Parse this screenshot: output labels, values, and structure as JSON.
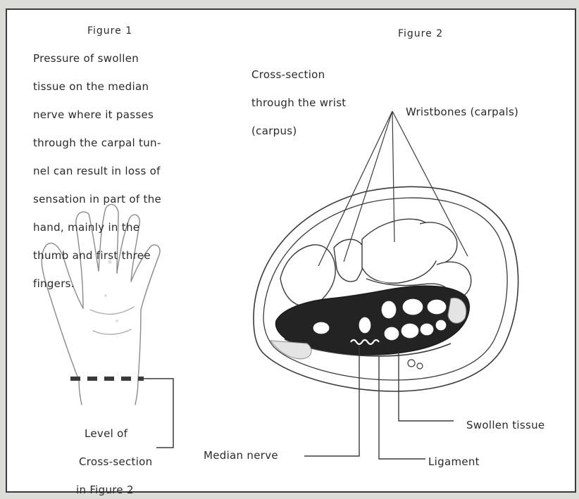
{
  "figure1": {
    "title": "Figure 1",
    "caption_lines": [
      "Pressure of swollen",
      "tissue on the median",
      "nerve where it passes",
      "through the carpal tun-",
      "nel can result in loss of",
      "sensation in part of the",
      "hand, mainly in the",
      "thumb and first three",
      "fingers."
    ],
    "level_label_lines": [
      "Level of",
      "Cross-section",
      "in Figure 2"
    ]
  },
  "figure2": {
    "title": "Figure 2",
    "subtitle_lines": [
      "Cross-section",
      "through the wrist",
      "(carpus)"
    ],
    "labels": {
      "wristbones": "Wristbones (carpals)",
      "swollen_tissue": "Swollen tissue",
      "median_nerve": "Median nerve",
      "ligament": "Ligament"
    }
  },
  "colors": {
    "background": "#ffffff",
    "ink": "#2a2a2a",
    "dark_tissue": "#232323",
    "border": "#3a3a3a"
  }
}
